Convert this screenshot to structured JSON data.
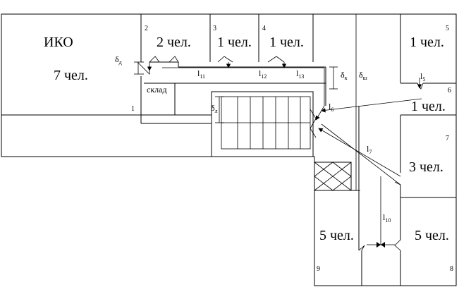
{
  "rooms": {
    "iko_title": "ИКО",
    "iko_people": "7 чел.",
    "r2_people": "2 чел.",
    "r3_people": "1 чел.",
    "r4_people": "1 чел.",
    "r5_people": "1 чел.",
    "r6_people": "1 чел.",
    "r7_people": "3 чел.",
    "r8_people": "5 чел.",
    "r9_people": "5 чел.",
    "storage_label": "склад"
  },
  "room_numbers": [
    "1",
    "2",
    "3",
    "4",
    "5",
    "6",
    "7",
    "8",
    "9"
  ],
  "dimensions": {
    "delta_symbol": "δ",
    "delta_d_sub": "д",
    "delta_l_sub": "л",
    "delta_k_sub": "к",
    "delta_sh_sub": "ш",
    "l_symbol": "l",
    "l11_sub": "11",
    "l12_sub": "12",
    "l13_sub": "13",
    "l5_sub": "5",
    "l6_sub": "6",
    "l7_sub": "7",
    "l10_sub": "10"
  }
}
